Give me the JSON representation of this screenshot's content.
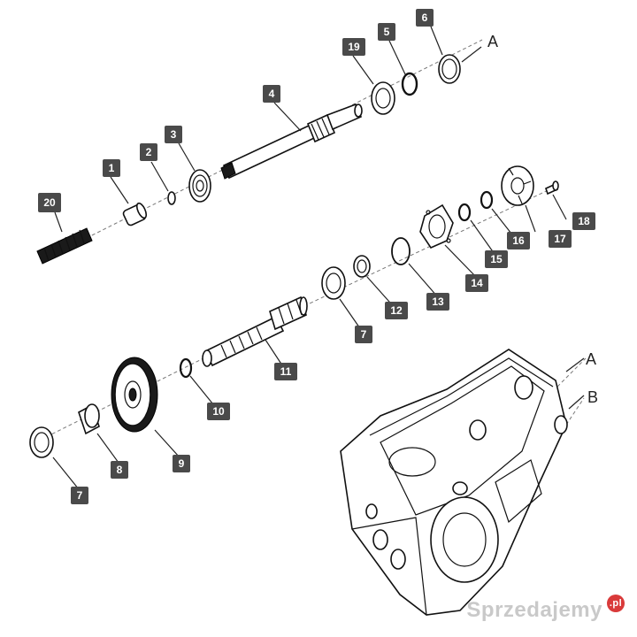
{
  "callouts": {
    "c1": "1",
    "c2": "2",
    "c3": "3",
    "c4": "4",
    "c5": "5",
    "c6": "6",
    "c7a": "7",
    "c7b": "7",
    "c8": "8",
    "c9": "9",
    "c10": "10",
    "c11": "11",
    "c12": "12",
    "c13": "13",
    "c14": "14",
    "c15": "15",
    "c16": "16",
    "c17": "17",
    "c18": "18",
    "c19": "19",
    "c20": "20"
  },
  "refs": {
    "a_top": "A",
    "a_housing": "A",
    "b_housing": "B"
  },
  "watermark": {
    "text": "Sprzedajemy",
    "suffix": ".pl"
  }
}
